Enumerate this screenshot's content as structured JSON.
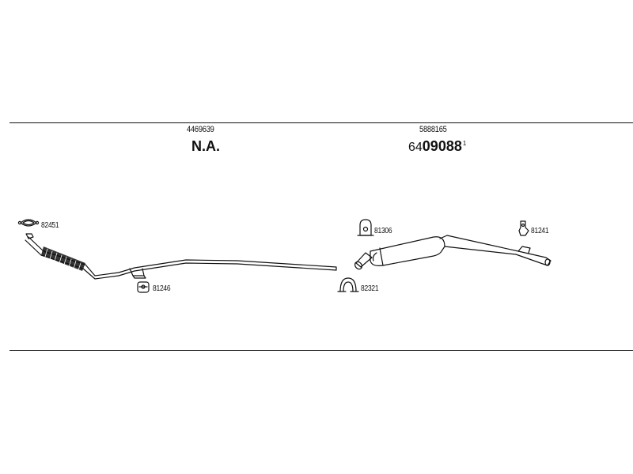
{
  "sections": [
    {
      "code": "4469639",
      "main": "N.A.",
      "prefix": "",
      "suffix": ""
    },
    {
      "code": "5888165",
      "main": "09088",
      "prefix": "64",
      "suffix": "1"
    }
  ],
  "parts": {
    "gasket": "82451",
    "front_clamp": "81246",
    "rubber_mount": "81306",
    "rear_clamp": "82321",
    "rear_bracket": "81241"
  }
}
